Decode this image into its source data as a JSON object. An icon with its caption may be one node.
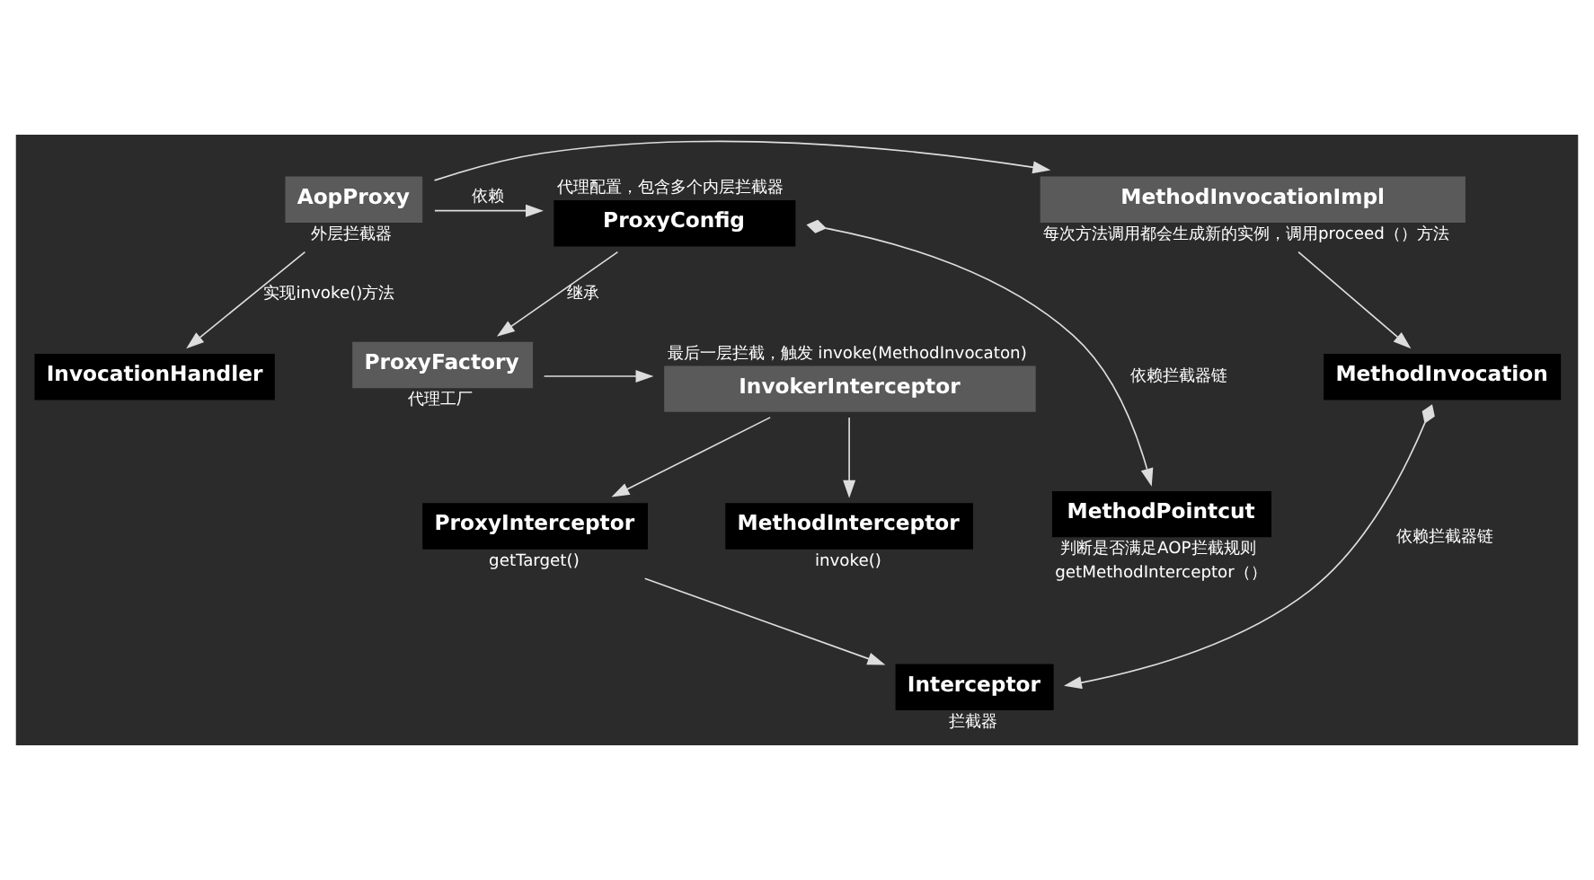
{
  "diagram": {
    "nodes": [
      {
        "text": [
          "InvocationHandler"
        ]
      },
      {
        "text": [
          "MethodInvocation"
        ]
      },
      {
        "text": [
          "ProxyConfig"
        ],
        "beside": [
          "代理配置，包含多个内层拦截器"
        ]
      },
      {
        "text": [
          "AopProxy"
        ],
        "beside": [
          "外层拦截器"
        ]
      },
      {
        "text": [
          "MethodInvocationImpl"
        ],
        "beside": [
          "每次方法调用都会生成新的实例，调用proceed（）方法"
        ]
      },
      {
        "text": [
          "ProxyFactory"
        ],
        "beside": [
          "代理工厂"
        ]
      },
      {
        "text": [
          "InvokerInterceptor"
        ],
        "beside": [
          "最后一层拦截，触发 invoke(MethodInvocaton)"
        ]
      },
      {
        "text": [
          "MethodPointcut"
        ],
        "beside": [
          "判断是否满足AOP拦截规则",
          "getMethodInterceptor（）"
        ]
      },
      {
        "text": [
          "MethodInterceptor"
        ],
        "beside": [
          "invoke()"
        ]
      },
      {
        "text": [
          "ProxyInterceptor"
        ],
        "beside": [
          "getTarget()"
        ]
      },
      {
        "text": [
          "Interceptor"
        ],
        "beside": [
          "拦截器"
        ]
      }
    ],
    "edges": [
      {
        "from": 3,
        "to": 0,
        "arrow": "to",
        "label": "实现invoke()方法"
      },
      {
        "from": 3,
        "to": 2,
        "arrow": "to",
        "label": "依赖"
      },
      {
        "from": 3,
        "to": 4,
        "arrow": "to"
      },
      {
        "from": 4,
        "to": 1,
        "arrow": "to"
      },
      {
        "from": 2,
        "to": 5,
        "arrow": "to",
        "label": "继承"
      },
      {
        "from": 5,
        "to": 6,
        "arrow": "to"
      },
      {
        "from": 6,
        "to": 8,
        "arrow": "to"
      },
      {
        "from": 6,
        "to": 9,
        "arrow": "to"
      },
      {
        "from": 9,
        "to": 10,
        "arrow": "to"
      },
      {
        "from": 2,
        "to": 7,
        "arrow": "to",
        "label": "依赖拦截器链"
      },
      {
        "from": 1,
        "to": 10,
        "arrow": "to",
        "label": "依赖拦截器链"
      }
    ]
  }
}
